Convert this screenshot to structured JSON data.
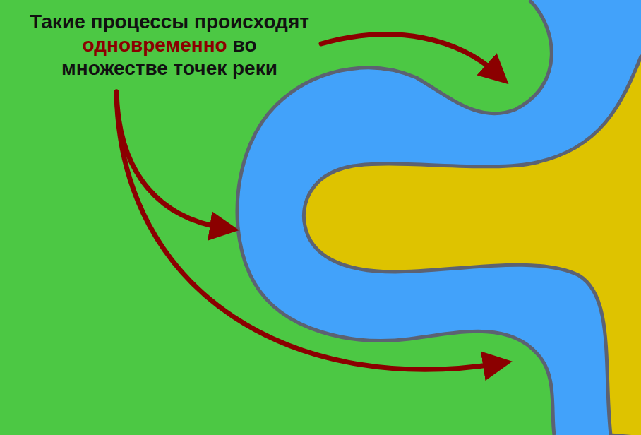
{
  "diagram": {
    "labels": [
      "Такие процессы происходят",
      "одновременно",
      "во",
      "множестве точек реки"
    ]
  }
}
